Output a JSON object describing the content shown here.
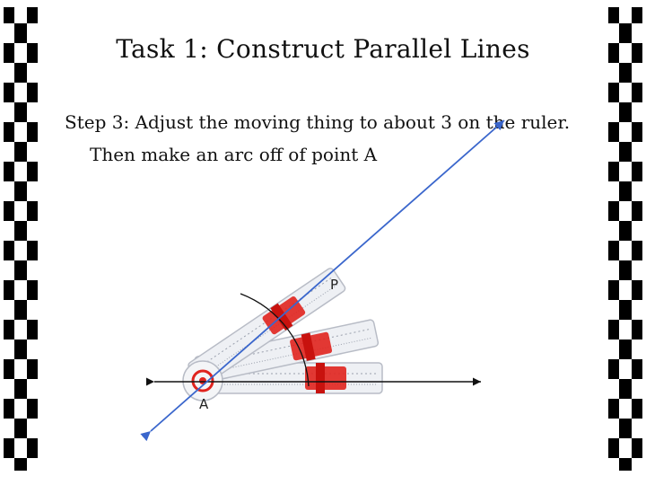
{
  "slide": {
    "title": "Task 1: Construct Parallel Lines",
    "step_line1": "Step 3:  Adjust the moving thing to about 3 on the ruler.",
    "step_line2": "Then make an arc off of point A"
  },
  "figure": {
    "point_p_label": "P",
    "point_a_label": "A",
    "colors": {
      "transversal_line": "#3a66cc",
      "parallel_line": "#111111",
      "ruler_body": "#eef0f4",
      "ruler_slider": "#e0231e"
    }
  },
  "icons": [
    "ruler-compass-icon"
  ]
}
